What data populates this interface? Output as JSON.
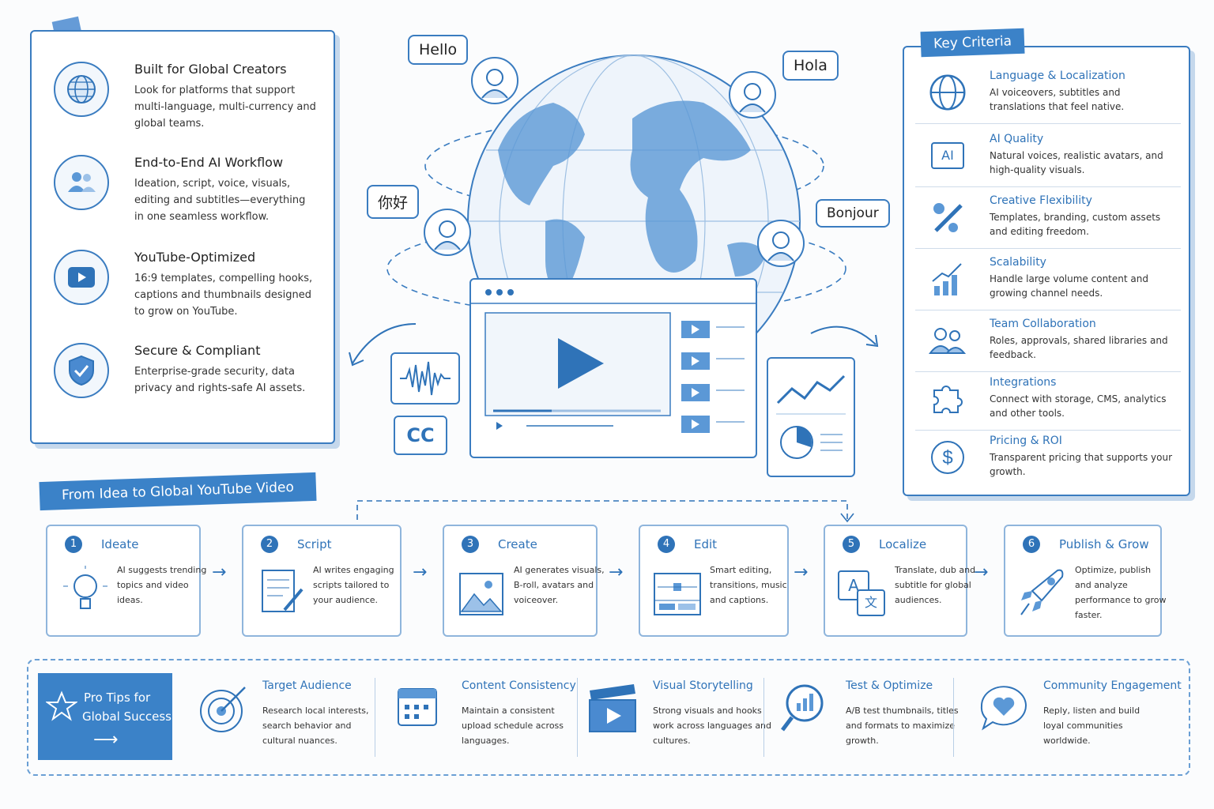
{
  "colors": {
    "accent": "#3b82c8",
    "ink": "#2f73b8",
    "panel_shadow": "#c5d8ec"
  },
  "features": [
    {
      "title": "Built for Global Creators",
      "desc": "Look for platforms that support multi-language, multi-currency and global teams.",
      "icon": "globe-icon"
    },
    {
      "title": "End-to-End AI Workflow",
      "desc": "Ideation, script, voice, visuals, editing and subtitles—everything in one seamless workflow.",
      "icon": "users-icon"
    },
    {
      "title": "YouTube-Optimized",
      "desc": "16:9 templates, compelling hooks, captions and thumbnails designed to grow on YouTube.",
      "icon": "play-icon"
    },
    {
      "title": "Secure & Compliant",
      "desc": "Enterprise-grade security, data privacy and rights-safe AI assets.",
      "icon": "shield-check-icon"
    }
  ],
  "bubbles": {
    "hello": "Hello",
    "hola": "Hola",
    "nihao": "你好",
    "bonjour": "Bonjour"
  },
  "media": {
    "captions": "CC"
  },
  "criteria": {
    "title": "Key Criteria",
    "items": [
      {
        "title": "Language & Localization",
        "desc": "AI voiceovers, subtitles and translations that feel native.",
        "icon": "globe-icon"
      },
      {
        "title": "AI Quality",
        "desc": "Natural voices, realistic avatars, and high-quality visuals.",
        "icon": "ai-chip-icon",
        "chip": "AI"
      },
      {
        "title": "Creative Flexibility",
        "desc": "Templates, branding, custom assets and editing freedom.",
        "icon": "pencil-tools-icon"
      },
      {
        "title": "Scalability",
        "desc": "Handle large volume content and growing channel needs.",
        "icon": "growth-chart-icon"
      },
      {
        "title": "Team Collaboration",
        "desc": "Roles, approvals, shared libraries and feedback.",
        "icon": "team-icon"
      },
      {
        "title": "Integrations",
        "desc": "Connect with storage, CMS, analytics and other tools.",
        "icon": "puzzle-icon"
      },
      {
        "title": "Pricing & ROI",
        "desc": "Transparent pricing that supports your growth.",
        "icon": "dollar-icon"
      }
    ]
  },
  "workflow": {
    "title": "From Idea to Global YouTube Video",
    "steps": [
      {
        "num": "1",
        "title": "Ideate",
        "desc": "AI suggests trending topics and video ideas.",
        "icon": "lightbulb-icon"
      },
      {
        "num": "2",
        "title": "Script",
        "desc": "AI writes engaging scripts tailored to your audience.",
        "icon": "script-pen-icon"
      },
      {
        "num": "3",
        "title": "Create",
        "desc": "AI generates visuals, B-roll, avatars and voiceover.",
        "icon": "image-icon"
      },
      {
        "num": "4",
        "title": "Edit",
        "desc": "Smart editing, transitions, music and captions.",
        "icon": "timeline-icon"
      },
      {
        "num": "5",
        "title": "Localize",
        "desc": "Translate, dub and subtitle for global audiences.",
        "icon": "translate-icon",
        "glyph_a": "A",
        "glyph_b": "文"
      },
      {
        "num": "6",
        "title": "Publish & Grow",
        "desc": "Optimize, publish and analyze performance to grow faster.",
        "icon": "rocket-icon"
      }
    ]
  },
  "tips": {
    "badge_line1": "Pro Tips for",
    "badge_line2": "Global Success",
    "items": [
      {
        "title": "Target Audience",
        "desc": "Research local interests, search behavior and cultural nuances.",
        "icon": "target-icon"
      },
      {
        "title": "Content Consistency",
        "desc": "Maintain a consistent upload schedule across languages.",
        "icon": "calendar-icon"
      },
      {
        "title": "Visual Storytelling",
        "desc": "Strong visuals and hooks work across languages and cultures.",
        "icon": "clapperboard-icon"
      },
      {
        "title": "Test & Optimize",
        "desc": "A/B test thumbnails, titles and formats to maximize growth.",
        "icon": "magnifier-chart-icon"
      },
      {
        "title": "Community Engagement",
        "desc": "Reply, listen and build loyal communities worldwide.",
        "icon": "heart-chat-icon"
      }
    ]
  }
}
